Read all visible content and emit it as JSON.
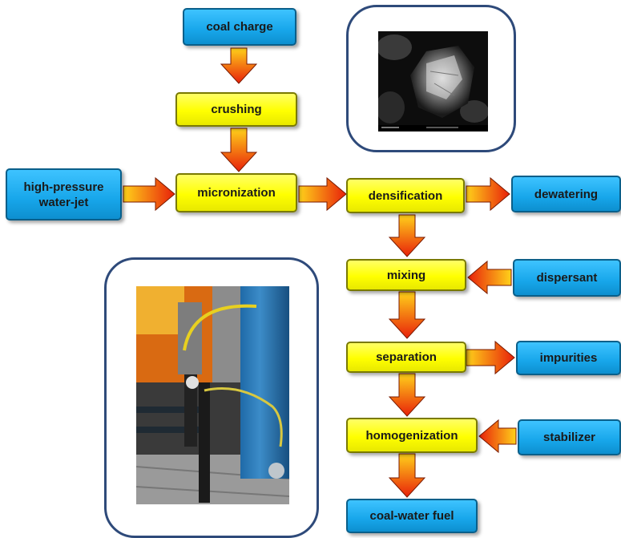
{
  "nodes": {
    "coal_charge": "coal charge",
    "crushing": "crushing",
    "micronization": "micronization",
    "high_pressure_water_jet": "high-pressure water-jet",
    "densification": "densification",
    "dewatering": "dewatering",
    "mixing": "mixing",
    "dispersant": "dispersant",
    "separation": "separation",
    "impurities": "impurities",
    "homogenization": "homogenization",
    "stabilizer": "stabilizer",
    "coal_water_fuel": "coal-water fuel"
  },
  "edges": [
    [
      "coal_charge",
      "crushing"
    ],
    [
      "crushing",
      "micronization"
    ],
    [
      "high_pressure_water_jet",
      "micronization"
    ],
    [
      "micronization",
      "densification"
    ],
    [
      "densification",
      "dewatering"
    ],
    [
      "densification",
      "mixing"
    ],
    [
      "dispersant",
      "mixing"
    ],
    [
      "mixing",
      "separation"
    ],
    [
      "separation",
      "impurities"
    ],
    [
      "separation",
      "homogenization"
    ],
    [
      "stabilizer",
      "homogenization"
    ],
    [
      "homogenization",
      "coal_water_fuel"
    ]
  ],
  "images": [
    {
      "subject": "micrograph of a coal particle"
    },
    {
      "subject": "photograph of the processing installation"
    }
  ],
  "colors": {
    "process_step": "#ffff00",
    "input_output": "#17a6ea",
    "arrow_start": "#ffd21a",
    "arrow_end": "#e8200a",
    "frame_border": "#2e4a7a"
  }
}
